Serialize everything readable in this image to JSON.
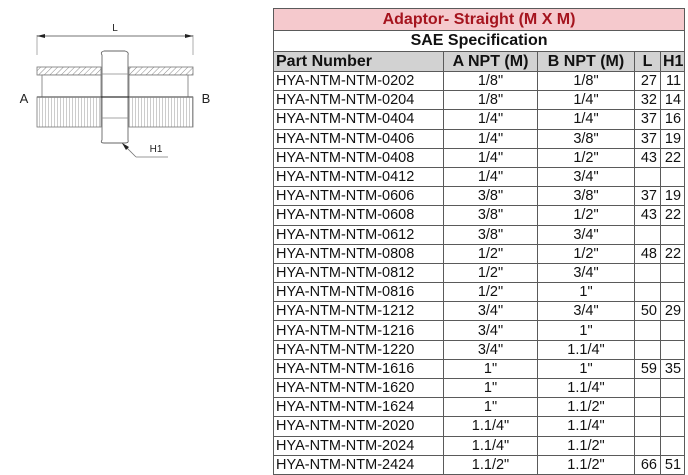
{
  "drawing": {
    "label_length": "L",
    "label_end_a": "A",
    "label_end_b": "B",
    "label_hex": "H1"
  },
  "table": {
    "title": "Adaptor- Straight (M X M)",
    "subtitle": "SAE Specification",
    "title_bg_color": "#f5c9cd",
    "title_text_color": "#a5141e",
    "header_bg_color": "#d2d2d2",
    "headers": {
      "part_number": "Part Number",
      "a_npt": "A NPT (M)",
      "b_npt": "B NPT (M)",
      "l": "L",
      "h1": "H1"
    },
    "rows": [
      {
        "part": "HYA-NTM-NTM-0202",
        "a": "1/8\"",
        "b": "1/8\"",
        "l": "27",
        "h1": "11"
      },
      {
        "part": "HYA-NTM-NTM-0204",
        "a": "1/8\"",
        "b": "1/4\"",
        "l": "32",
        "h1": "14"
      },
      {
        "part": "HYA-NTM-NTM-0404",
        "a": "1/4\"",
        "b": "1/4\"",
        "l": "37",
        "h1": "16"
      },
      {
        "part": "HYA-NTM-NTM-0406",
        "a": "1/4\"",
        "b": "3/8\"",
        "l": "37",
        "h1": "19"
      },
      {
        "part": "HYA-NTM-NTM-0408",
        "a": "1/4\"",
        "b": "1/2\"",
        "l": "43",
        "h1": "22"
      },
      {
        "part": "HYA-NTM-NTM-0412",
        "a": "1/4\"",
        "b": "3/4\"",
        "l": "",
        "h1": ""
      },
      {
        "part": "HYA-NTM-NTM-0606",
        "a": "3/8\"",
        "b": "3/8\"",
        "l": "37",
        "h1": "19"
      },
      {
        "part": "HYA-NTM-NTM-0608",
        "a": "3/8\"",
        "b": "1/2\"",
        "l": "43",
        "h1": "22"
      },
      {
        "part": "HYA-NTM-NTM-0612",
        "a": "3/8\"",
        "b": "3/4\"",
        "l": "",
        "h1": ""
      },
      {
        "part": "HYA-NTM-NTM-0808",
        "a": "1/2\"",
        "b": "1/2\"",
        "l": "48",
        "h1": "22"
      },
      {
        "part": "HYA-NTM-NTM-0812",
        "a": "1/2\"",
        "b": "3/4\"",
        "l": "",
        "h1": ""
      },
      {
        "part": "HYA-NTM-NTM-0816",
        "a": "1/2\"",
        "b": "1\"",
        "l": "",
        "h1": ""
      },
      {
        "part": "HYA-NTM-NTM-1212",
        "a": "3/4\"",
        "b": "3/4\"",
        "l": "50",
        "h1": "29"
      },
      {
        "part": "HYA-NTM-NTM-1216",
        "a": "3/4\"",
        "b": "1\"",
        "l": "",
        "h1": ""
      },
      {
        "part": "HYA-NTM-NTM-1220",
        "a": "3/4\"",
        "b": "1.1/4\"",
        "l": "",
        "h1": ""
      },
      {
        "part": "HYA-NTM-NTM-1616",
        "a": "1\"",
        "b": "1\"",
        "l": "59",
        "h1": "35"
      },
      {
        "part": "HYA-NTM-NTM-1620",
        "a": "1\"",
        "b": "1.1/4\"",
        "l": "",
        "h1": ""
      },
      {
        "part": "HYA-NTM-NTM-1624",
        "a": "1\"",
        "b": "1.1/2\"",
        "l": "",
        "h1": ""
      },
      {
        "part": "HYA-NTM-NTM-2020",
        "a": "1.1/4\"",
        "b": "1.1/4\"",
        "l": "",
        "h1": ""
      },
      {
        "part": "HYA-NTM-NTM-2024",
        "a": "1.1/4\"",
        "b": "1.1/2\"",
        "l": "",
        "h1": ""
      },
      {
        "part": "HYA-NTM-NTM-2424",
        "a": "1.1/2\"",
        "b": "1.1/2\"",
        "l": "66",
        "h1": "51"
      }
    ]
  }
}
